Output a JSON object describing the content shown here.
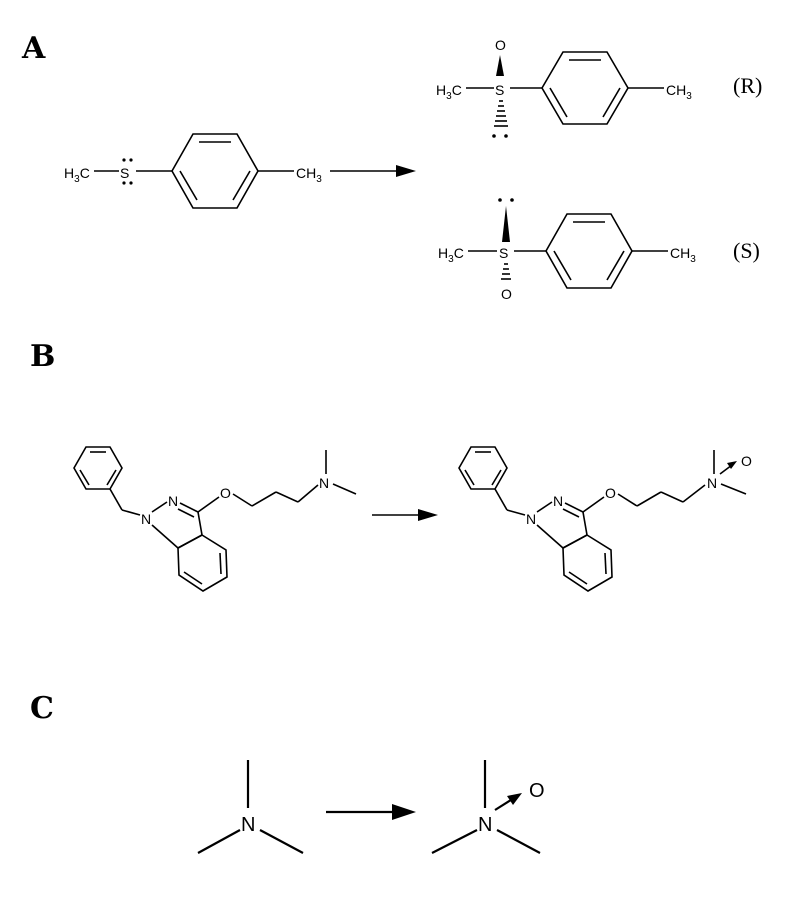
{
  "panels": {
    "A": {
      "label": "A",
      "reactant": {
        "sulfur": "S",
        "left_group": "H3C",
        "right_group": "CH3"
      },
      "products": [
        {
          "config": "(R)",
          "oxygen": "O",
          "sulfur": "S",
          "left_group": "H3C",
          "right_group": "CH3"
        },
        {
          "config": "(S)",
          "oxygen": "O",
          "sulfur": "S",
          "left_group": "H3C",
          "right_group": "CH3"
        }
      ]
    },
    "B": {
      "label": "B",
      "reactant": {
        "n1": "N",
        "n2": "N",
        "oxygen_ether": "O",
        "amine_n": "N"
      },
      "product": {
        "n1": "N",
        "n2": "N",
        "oxygen_ether": "O",
        "amine_n": "N",
        "n_oxide_o": "O"
      }
    },
    "C": {
      "label": "C",
      "reactant": {
        "nitrogen": "N"
      },
      "product": {
        "nitrogen": "N",
        "oxygen": "O"
      }
    }
  }
}
